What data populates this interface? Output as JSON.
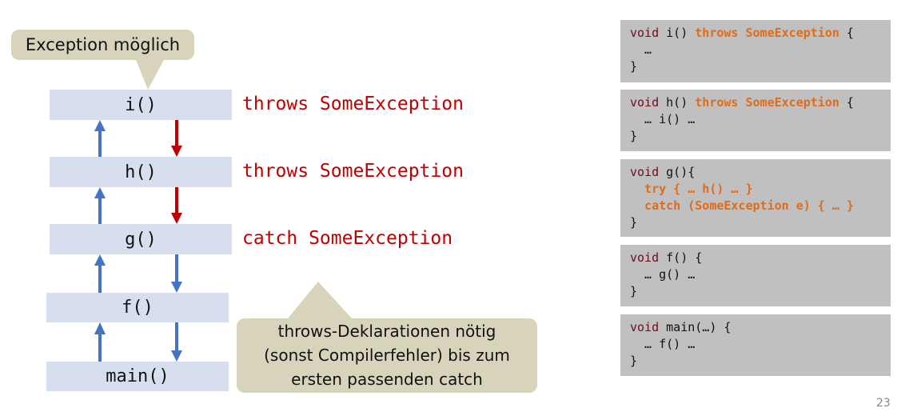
{
  "callouts": {
    "top": "Exception möglich",
    "bottom": [
      "throws-Deklarationen nötig",
      "(sonst Compilerfehler) bis zum",
      "ersten passenden catch"
    ]
  },
  "stack": [
    {
      "name": "i()",
      "note": "throws SomeException"
    },
    {
      "name": "h()",
      "note": "throws SomeException"
    },
    {
      "name": "g()",
      "note": "catch SomeException"
    },
    {
      "name": "f()"
    },
    {
      "name": "main()"
    }
  ],
  "code": {
    "i": {
      "kw": "void",
      "sig": " i() ",
      "thr": "throws SomeException",
      "end": " {",
      "body": "  …",
      "close": "}"
    },
    "h": {
      "kw": "void",
      "sig": " h() ",
      "thr": "throws SomeException",
      "end": " {",
      "body": "  … i() …",
      "close": "}"
    },
    "g": {
      "kw": "void",
      "sig": " g(){",
      "try": "  try { … h() … }",
      "catch": "  catch (SomeException e) { … }",
      "close": "}"
    },
    "f": {
      "kw": "void",
      "sig": " f() {",
      "body": "  … g() …",
      "close": "}"
    },
    "main": {
      "kw": "void",
      "sig": " main(…) {",
      "body": "  … f() …",
      "close": "}"
    }
  },
  "page_number": "23",
  "colors": {
    "throws": "#c00000",
    "up_arrow": "#4472c4",
    "down_arrow": "#c00000",
    "frame": "#d7dfee",
    "callout": "#d8d4bb",
    "code_bg": "#c0c0c0",
    "keyword_orange": "#e06c1a"
  }
}
